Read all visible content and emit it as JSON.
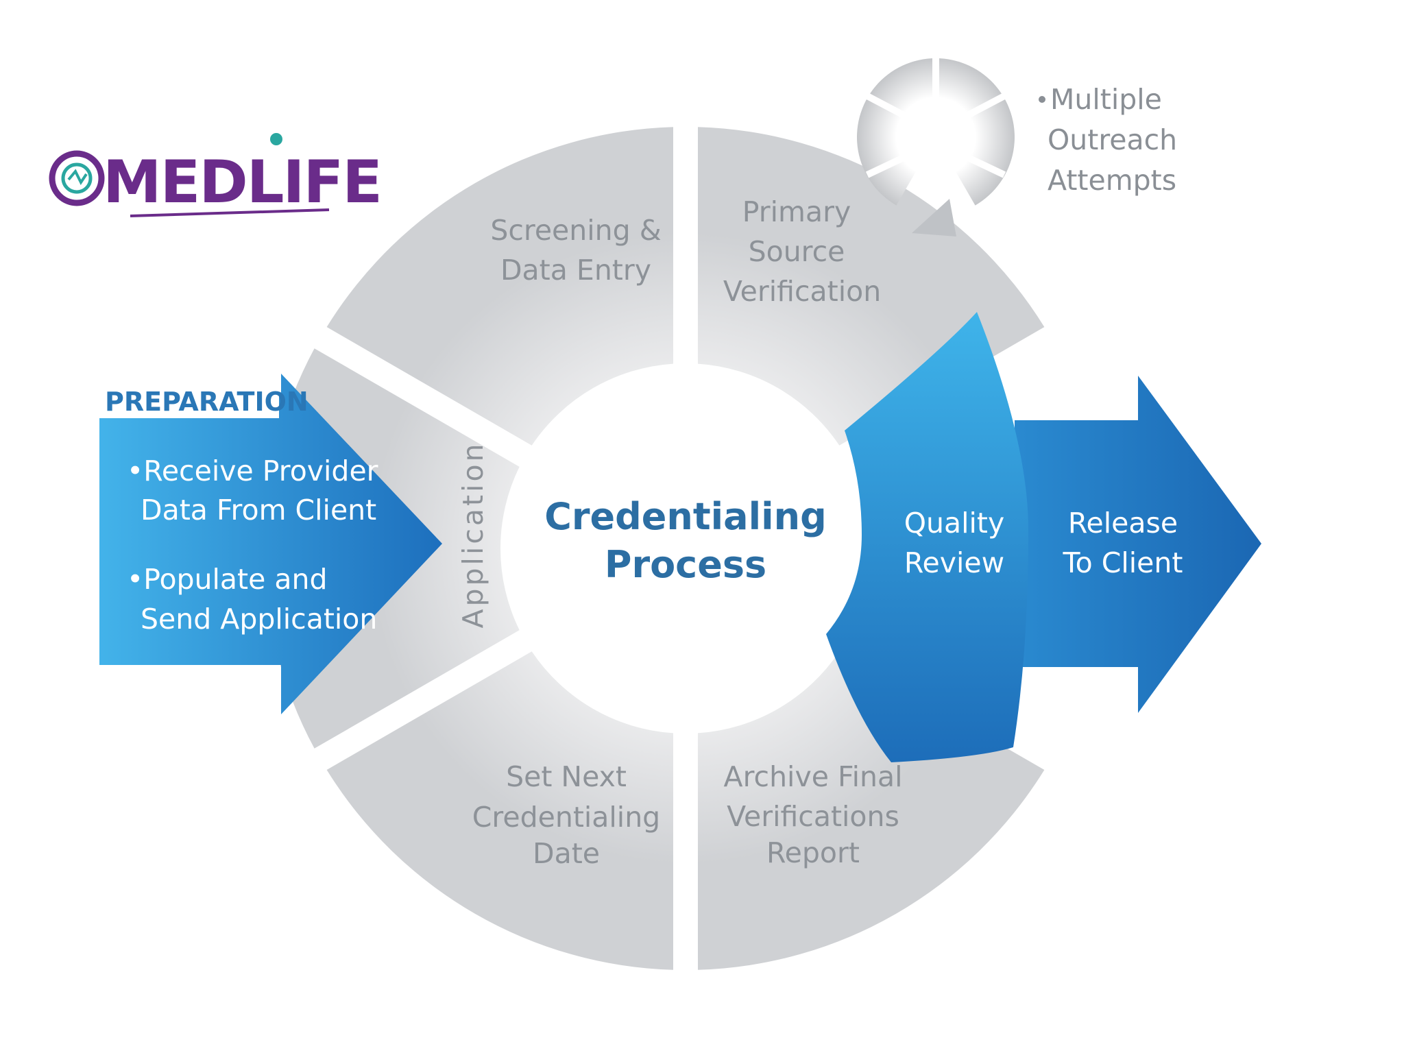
{
  "logo": {
    "text": "MEDLIFE"
  },
  "preparation": {
    "title": "PREPARATION",
    "bullets": [
      [
        "Receive Provider",
        "Data From Client"
      ],
      [
        "Populate and",
        "Send Application"
      ]
    ]
  },
  "center": {
    "lines": [
      "Credentialing",
      "Process"
    ]
  },
  "segments": {
    "screening": [
      "Screening &",
      "Data Entry"
    ],
    "primary_source": [
      "Primary",
      "Source",
      "Verification"
    ],
    "application": "Application",
    "set_next": [
      "Set Next",
      "Credentialing",
      "Date"
    ],
    "archive": [
      "Archive Final",
      "Verifications",
      "Report"
    ]
  },
  "quality_review": [
    "Quality",
    "Review"
  ],
  "release": [
    "Release",
    "To Client"
  ],
  "outreach": {
    "lines": [
      "Multiple",
      "Outreach",
      "Attempts"
    ]
  },
  "colors": {
    "segment_gray": "#dcdde0",
    "blue_light": "#3aa9e4",
    "blue_dark": "#1e6db8",
    "logo_purple": "#6a2c8a",
    "center_blue": "#2c6ea3"
  }
}
